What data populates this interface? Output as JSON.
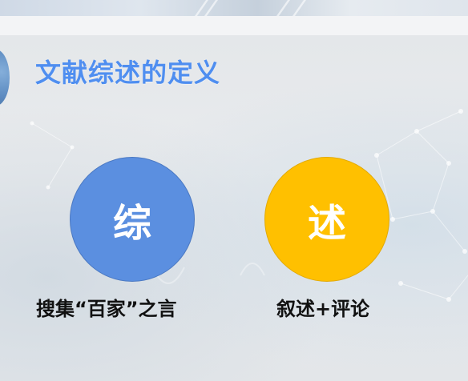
{
  "slide": {
    "title": "文献综述的定义",
    "concepts": [
      {
        "char": "综",
        "caption": "搜集“百家”之言",
        "color": "#5b8fe0"
      },
      {
        "char": "述",
        "caption": "叙述+评论",
        "color": "#ffc000"
      }
    ]
  }
}
